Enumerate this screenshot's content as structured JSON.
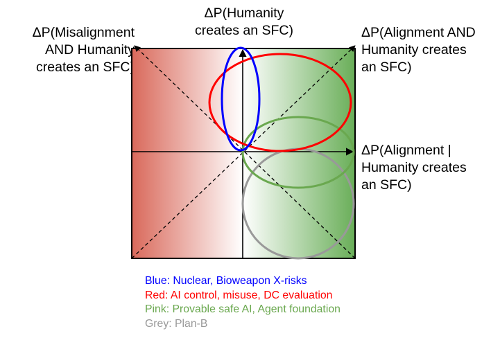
{
  "axis_labels": {
    "top": [
      "ΔP(Humanity",
      "creates an SFC)"
    ],
    "top_left": [
      "ΔP(Misalignment",
      "AND Humanity",
      "creates an SFC)"
    ],
    "top_right": [
      "ΔP(Alignment AND",
      "Humanity creates",
      "an SFC)"
    ],
    "right": [
      "ΔP(Alignment |",
      "Humanity creates",
      "an SFC)"
    ]
  },
  "legend": [
    {
      "text": "Blue: Nuclear, Bioweapon X-risks",
      "color": "#0000ff"
    },
    {
      "text": "Red: AI control, misuse, DC evaluation",
      "color": "#ff0000"
    },
    {
      "text": "Pink: Provable safe AI, Agent foundation",
      "color": "#6aa84f"
    },
    {
      "text": "Grey: Plan-B",
      "color": "#999999"
    }
  ],
  "colors": {
    "left_gradient_start": "#d9695b",
    "right_gradient_end": "#69ae58",
    "blue": "#0000ff",
    "red": "#ff0000",
    "green": "#6aa84f",
    "grey": "#999999"
  }
}
